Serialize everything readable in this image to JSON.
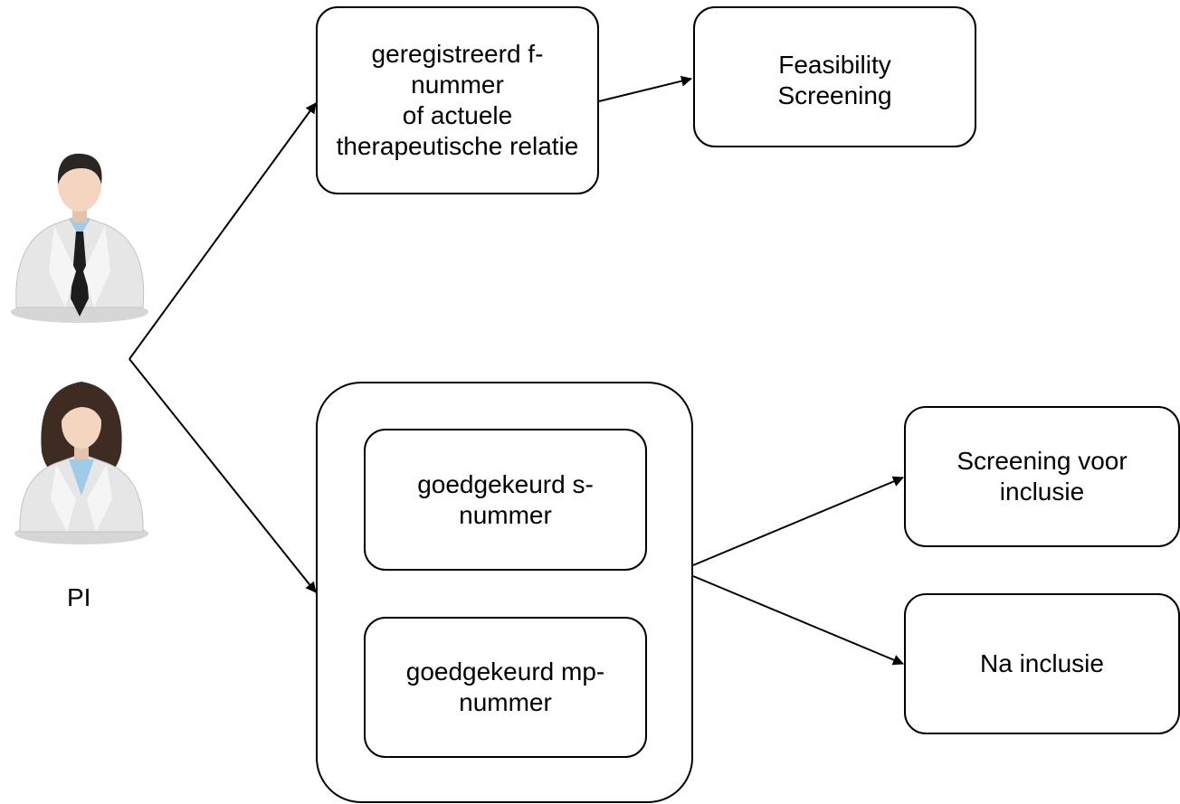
{
  "diagram": {
    "actor": {
      "label": "PI",
      "icons": [
        "male-doctor-icon",
        "female-doctor-icon"
      ]
    },
    "nodes": {
      "registered": {
        "lines": [
          "geregistreerd f-",
          "nummer",
          "of actuele",
          "therapeutische relatie"
        ]
      },
      "feasibility": {
        "lines": [
          "Feasibility",
          "Screening"
        ]
      },
      "s_number": {
        "lines": [
          "goedgekeurd s-",
          "nummer"
        ]
      },
      "mp_number": {
        "lines": [
          "goedgekeurd mp-",
          "nummer"
        ]
      },
      "screening": {
        "lines": [
          "Screening voor",
          "inclusie"
        ]
      },
      "na_inclusie": {
        "lines": [
          "Na inclusie"
        ]
      }
    },
    "colors": {
      "stroke": "#000000",
      "background": "#ffffff"
    }
  }
}
